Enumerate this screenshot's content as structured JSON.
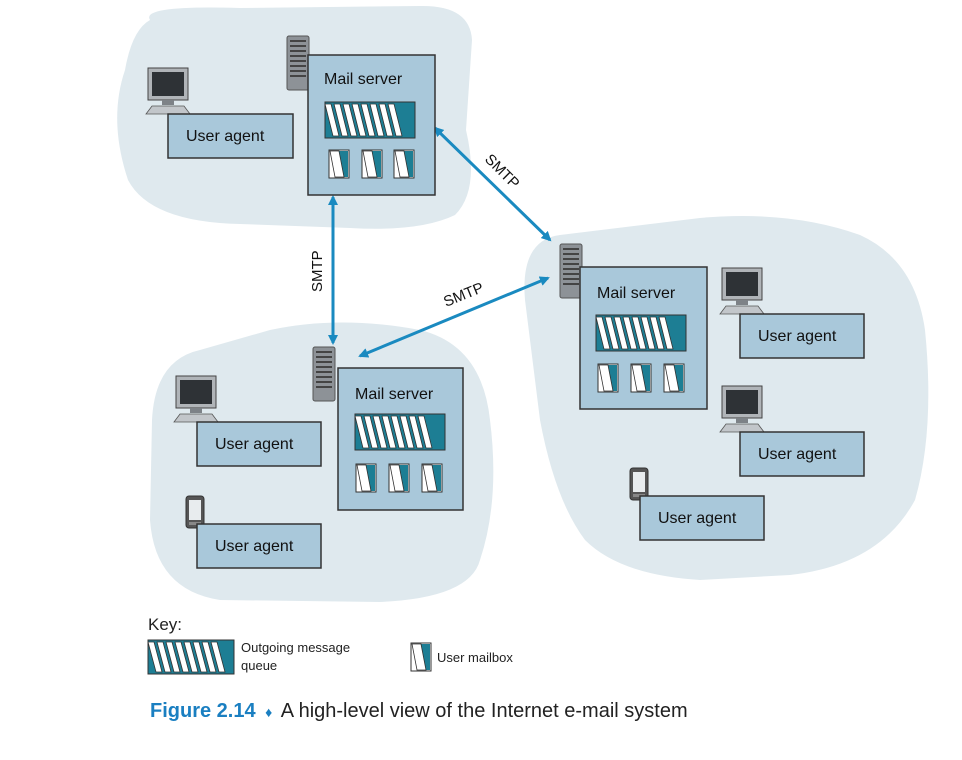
{
  "domain": "Diagram",
  "colors": {
    "cloud": "#dfe9ee",
    "box": "#a9c8da",
    "box_border": "#333333",
    "arrow": "#1a8ac0",
    "caption_accent": "#1a7fc1",
    "queue_teal": "#1d7e94"
  },
  "servers": [
    {
      "id": "server-top",
      "label": "Mail server"
    },
    {
      "id": "server-right",
      "label": "Mail server"
    },
    {
      "id": "server-bottom",
      "label": "Mail server"
    }
  ],
  "user_agents": [
    {
      "id": "ua-top",
      "label": "User agent",
      "device": "desktop-computer"
    },
    {
      "id": "ua-right-1",
      "label": "User agent",
      "device": "desktop-computer"
    },
    {
      "id": "ua-right-2",
      "label": "User agent",
      "device": "desktop-computer"
    },
    {
      "id": "ua-right-3",
      "label": "User agent",
      "device": "smartphone"
    },
    {
      "id": "ua-bottom-1",
      "label": "User agent",
      "device": "desktop-computer"
    },
    {
      "id": "ua-bottom-2",
      "label": "User agent",
      "device": "smartphone"
    }
  ],
  "links": [
    {
      "from": "server-top",
      "to": "server-right",
      "label": "SMTP"
    },
    {
      "from": "server-top",
      "to": "server-bottom",
      "label": "SMTP"
    },
    {
      "from": "server-right",
      "to": "server-bottom",
      "label": "SMTP"
    }
  ],
  "key": {
    "title": "Key:",
    "queue_label": "Outgoing message queue",
    "mailbox_label": "User mailbox"
  },
  "caption": {
    "figure_label": "Figure 2.14",
    "separator": "♦",
    "text": "A high-level view of the Internet e-mail system"
  }
}
